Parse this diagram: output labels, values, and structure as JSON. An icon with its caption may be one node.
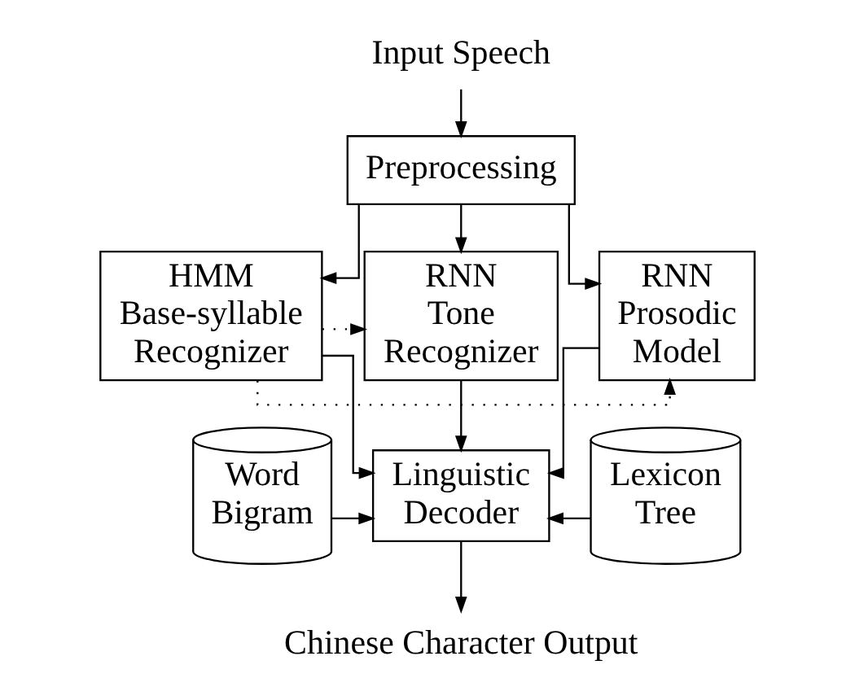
{
  "diagram": {
    "nodes": [
      {
        "text": [
          "Input Speech"
        ]
      },
      {
        "text": [
          "Preprocessing"
        ]
      },
      {
        "text": [
          "HMM Base-syllable Recognizer"
        ]
      },
      {
        "text": [
          "RNN Tone Recognizer"
        ]
      },
      {
        "text": [
          "RNN Prosodic Model"
        ]
      },
      {
        "text": [
          "Word Bigram"
        ]
      },
      {
        "text": [
          "Linguistic Decoder"
        ]
      },
      {
        "text": [
          "Lexicon Tree"
        ]
      },
      {
        "text": [
          "Chinese Character Output"
        ]
      }
    ],
    "edges": [
      {
        "from": 0,
        "to": 1,
        "arrow": "to"
      },
      {
        "from": 1,
        "to": 2,
        "arrow": "to"
      },
      {
        "from": 1,
        "to": 3,
        "arrow": "to"
      },
      {
        "from": 1,
        "to": 4,
        "arrow": "to"
      },
      {
        "from": 2,
        "to": 3,
        "arrow": "to",
        "style": "dashed"
      },
      {
        "from": 2,
        "to": 4,
        "arrow": "to",
        "style": "dashed"
      },
      {
        "from": 2,
        "to": 6,
        "arrow": "to"
      },
      {
        "from": 3,
        "to": 6,
        "arrow": "to"
      },
      {
        "from": 4,
        "to": 6,
        "arrow": "to"
      },
      {
        "from": 5,
        "to": 6,
        "arrow": "to"
      },
      {
        "from": 7,
        "to": 6,
        "arrow": "to"
      },
      {
        "from": 6,
        "to": 8,
        "arrow": "to"
      }
    ]
  }
}
